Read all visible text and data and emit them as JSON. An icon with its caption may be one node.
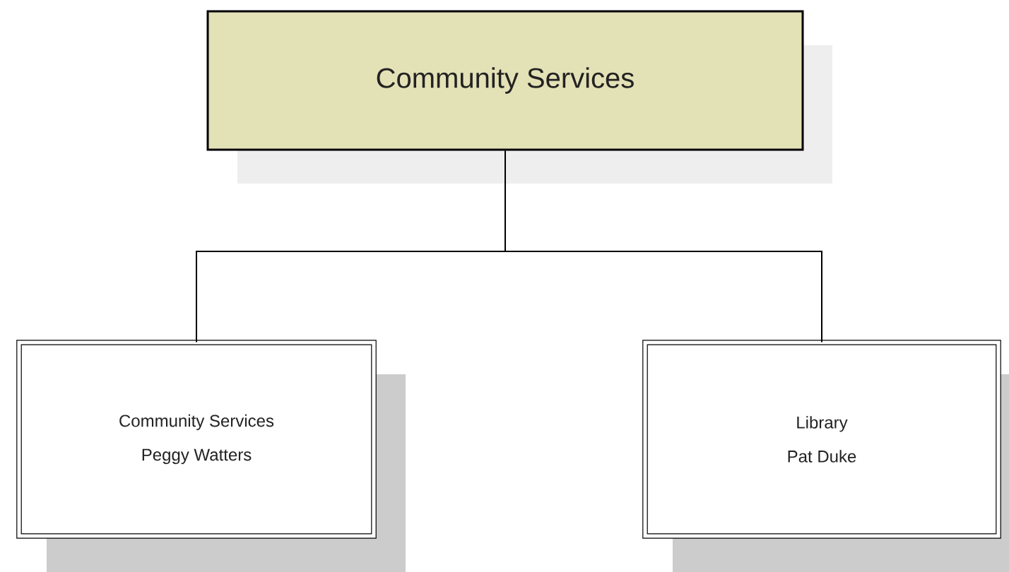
{
  "diagram": {
    "nodes": [
      {
        "text": [
          "Community Services"
        ]
      },
      {
        "text": [
          "Community Services",
          "Peggy Watters"
        ]
      },
      {
        "text": [
          "Library",
          "Pat Duke"
        ]
      }
    ],
    "edges": [
      {
        "from": 0,
        "to": 1,
        "arrow": "none"
      },
      {
        "from": 0,
        "to": 2,
        "arrow": "none"
      }
    ]
  }
}
